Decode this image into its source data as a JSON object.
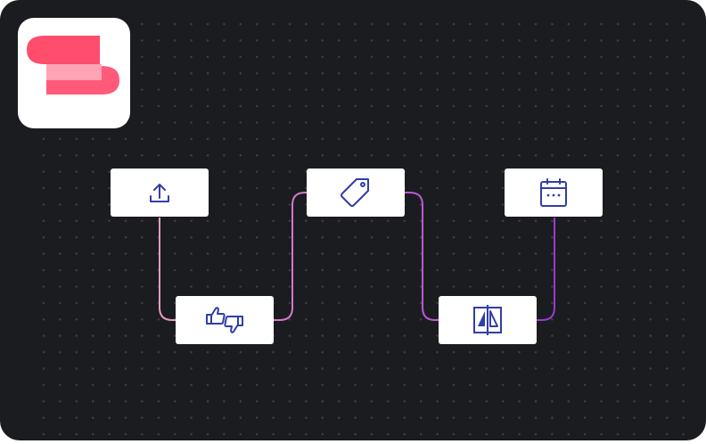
{
  "canvas": {
    "background": "#1b1c1f",
    "dot_color": "#3a3c40"
  },
  "logo": {
    "name": "app-logo",
    "colors": [
      "#ff4d6d",
      "#ff8fa3"
    ]
  },
  "workflow": {
    "icon_color": "#2f3ea8",
    "connector_gradient": [
      "#f08bb0",
      "#b455e0",
      "#8a2fd0"
    ],
    "nodes": [
      {
        "id": "upload",
        "icon": "upload-icon"
      },
      {
        "id": "feedback",
        "icon": "thumbs-up-down-icon"
      },
      {
        "id": "tag",
        "icon": "tag-icon"
      },
      {
        "id": "compare",
        "icon": "compare-split-icon"
      },
      {
        "id": "schedule",
        "icon": "calendar-icon"
      }
    ]
  }
}
